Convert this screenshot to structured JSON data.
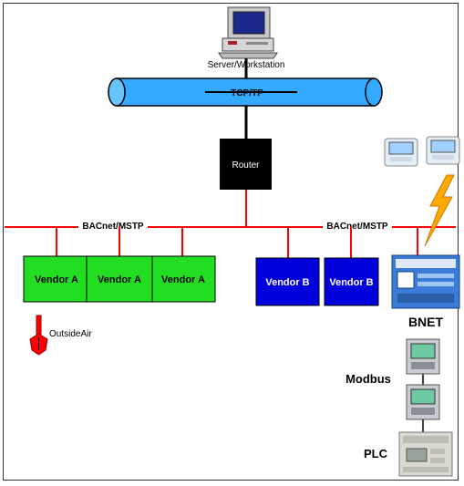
{
  "diagram": {
    "server_label": "Server/Workstation",
    "backbone_label": "TCP/TP",
    "router_label": "Router",
    "bus_label_left": "BACnet/MSTP",
    "bus_label_right": "BACnet/MSTP",
    "vendor_a": [
      "Vendor A",
      "Vendor A",
      "Vendor A"
    ],
    "vendor_b": [
      "Vendor B",
      "Vendor B"
    ],
    "sensor_label": "OutsideAir",
    "bnet_label": "BNET",
    "modbus_label": "Modbus",
    "plc_label": "PLC",
    "colors": {
      "bus": "#ff0000",
      "backbone": "#33aaff",
      "router": "#000000",
      "vendor_a": "#22dd22",
      "vendor_b": "#0000dd",
      "lightning": "#ffaa00",
      "sensor": "#ff0000"
    }
  }
}
